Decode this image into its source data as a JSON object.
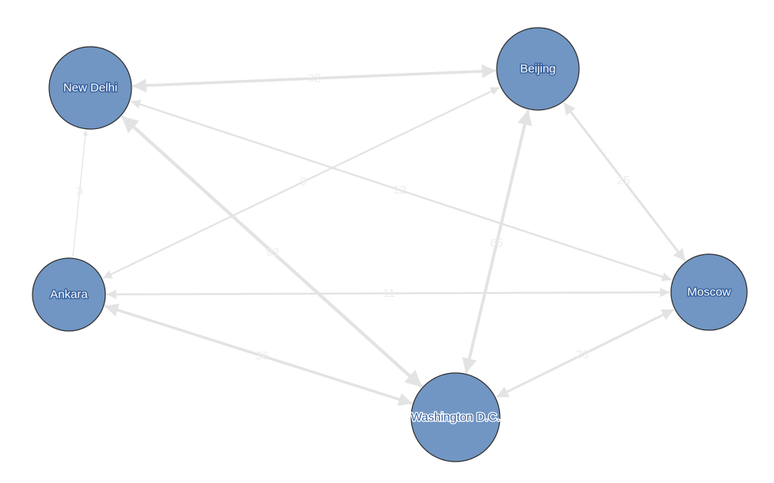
{
  "colors": {
    "node_fill": "#7196c3",
    "node_stroke": "#2d2d2d",
    "edge": "#e3e3e3",
    "edge_label": "#ececec",
    "label_text": "#ffffff",
    "label_outline": "#2f5a9a"
  },
  "nodes": [
    {
      "id": "new-delhi",
      "label": "New Delhi"
    },
    {
      "id": "beijing",
      "label": "Beijing"
    },
    {
      "id": "ankara",
      "label": "Ankara"
    },
    {
      "id": "moscow",
      "label": "Moscow"
    },
    {
      "id": "washington",
      "label": "Washington D.C."
    }
  ],
  "edges": [
    {
      "from": "new-delhi",
      "to": "beijing",
      "label": "32"
    },
    {
      "from": "ankara",
      "to": "new-delhi",
      "label": "3"
    },
    {
      "from": "beijing",
      "to": "ankara",
      "label": "9"
    },
    {
      "from": "new-delhi",
      "to": "moscow",
      "label": "12"
    },
    {
      "from": "beijing",
      "to": "moscow",
      "label": "25"
    },
    {
      "from": "new-delhi",
      "to": "washington",
      "label": "92"
    },
    {
      "from": "beijing",
      "to": "washington",
      "label": "65"
    },
    {
      "from": "ankara",
      "to": "moscow",
      "label": "11"
    },
    {
      "from": "ankara",
      "to": "washington",
      "label": "36"
    },
    {
      "from": "moscow",
      "to": "washington",
      "label": "23"
    }
  ]
}
